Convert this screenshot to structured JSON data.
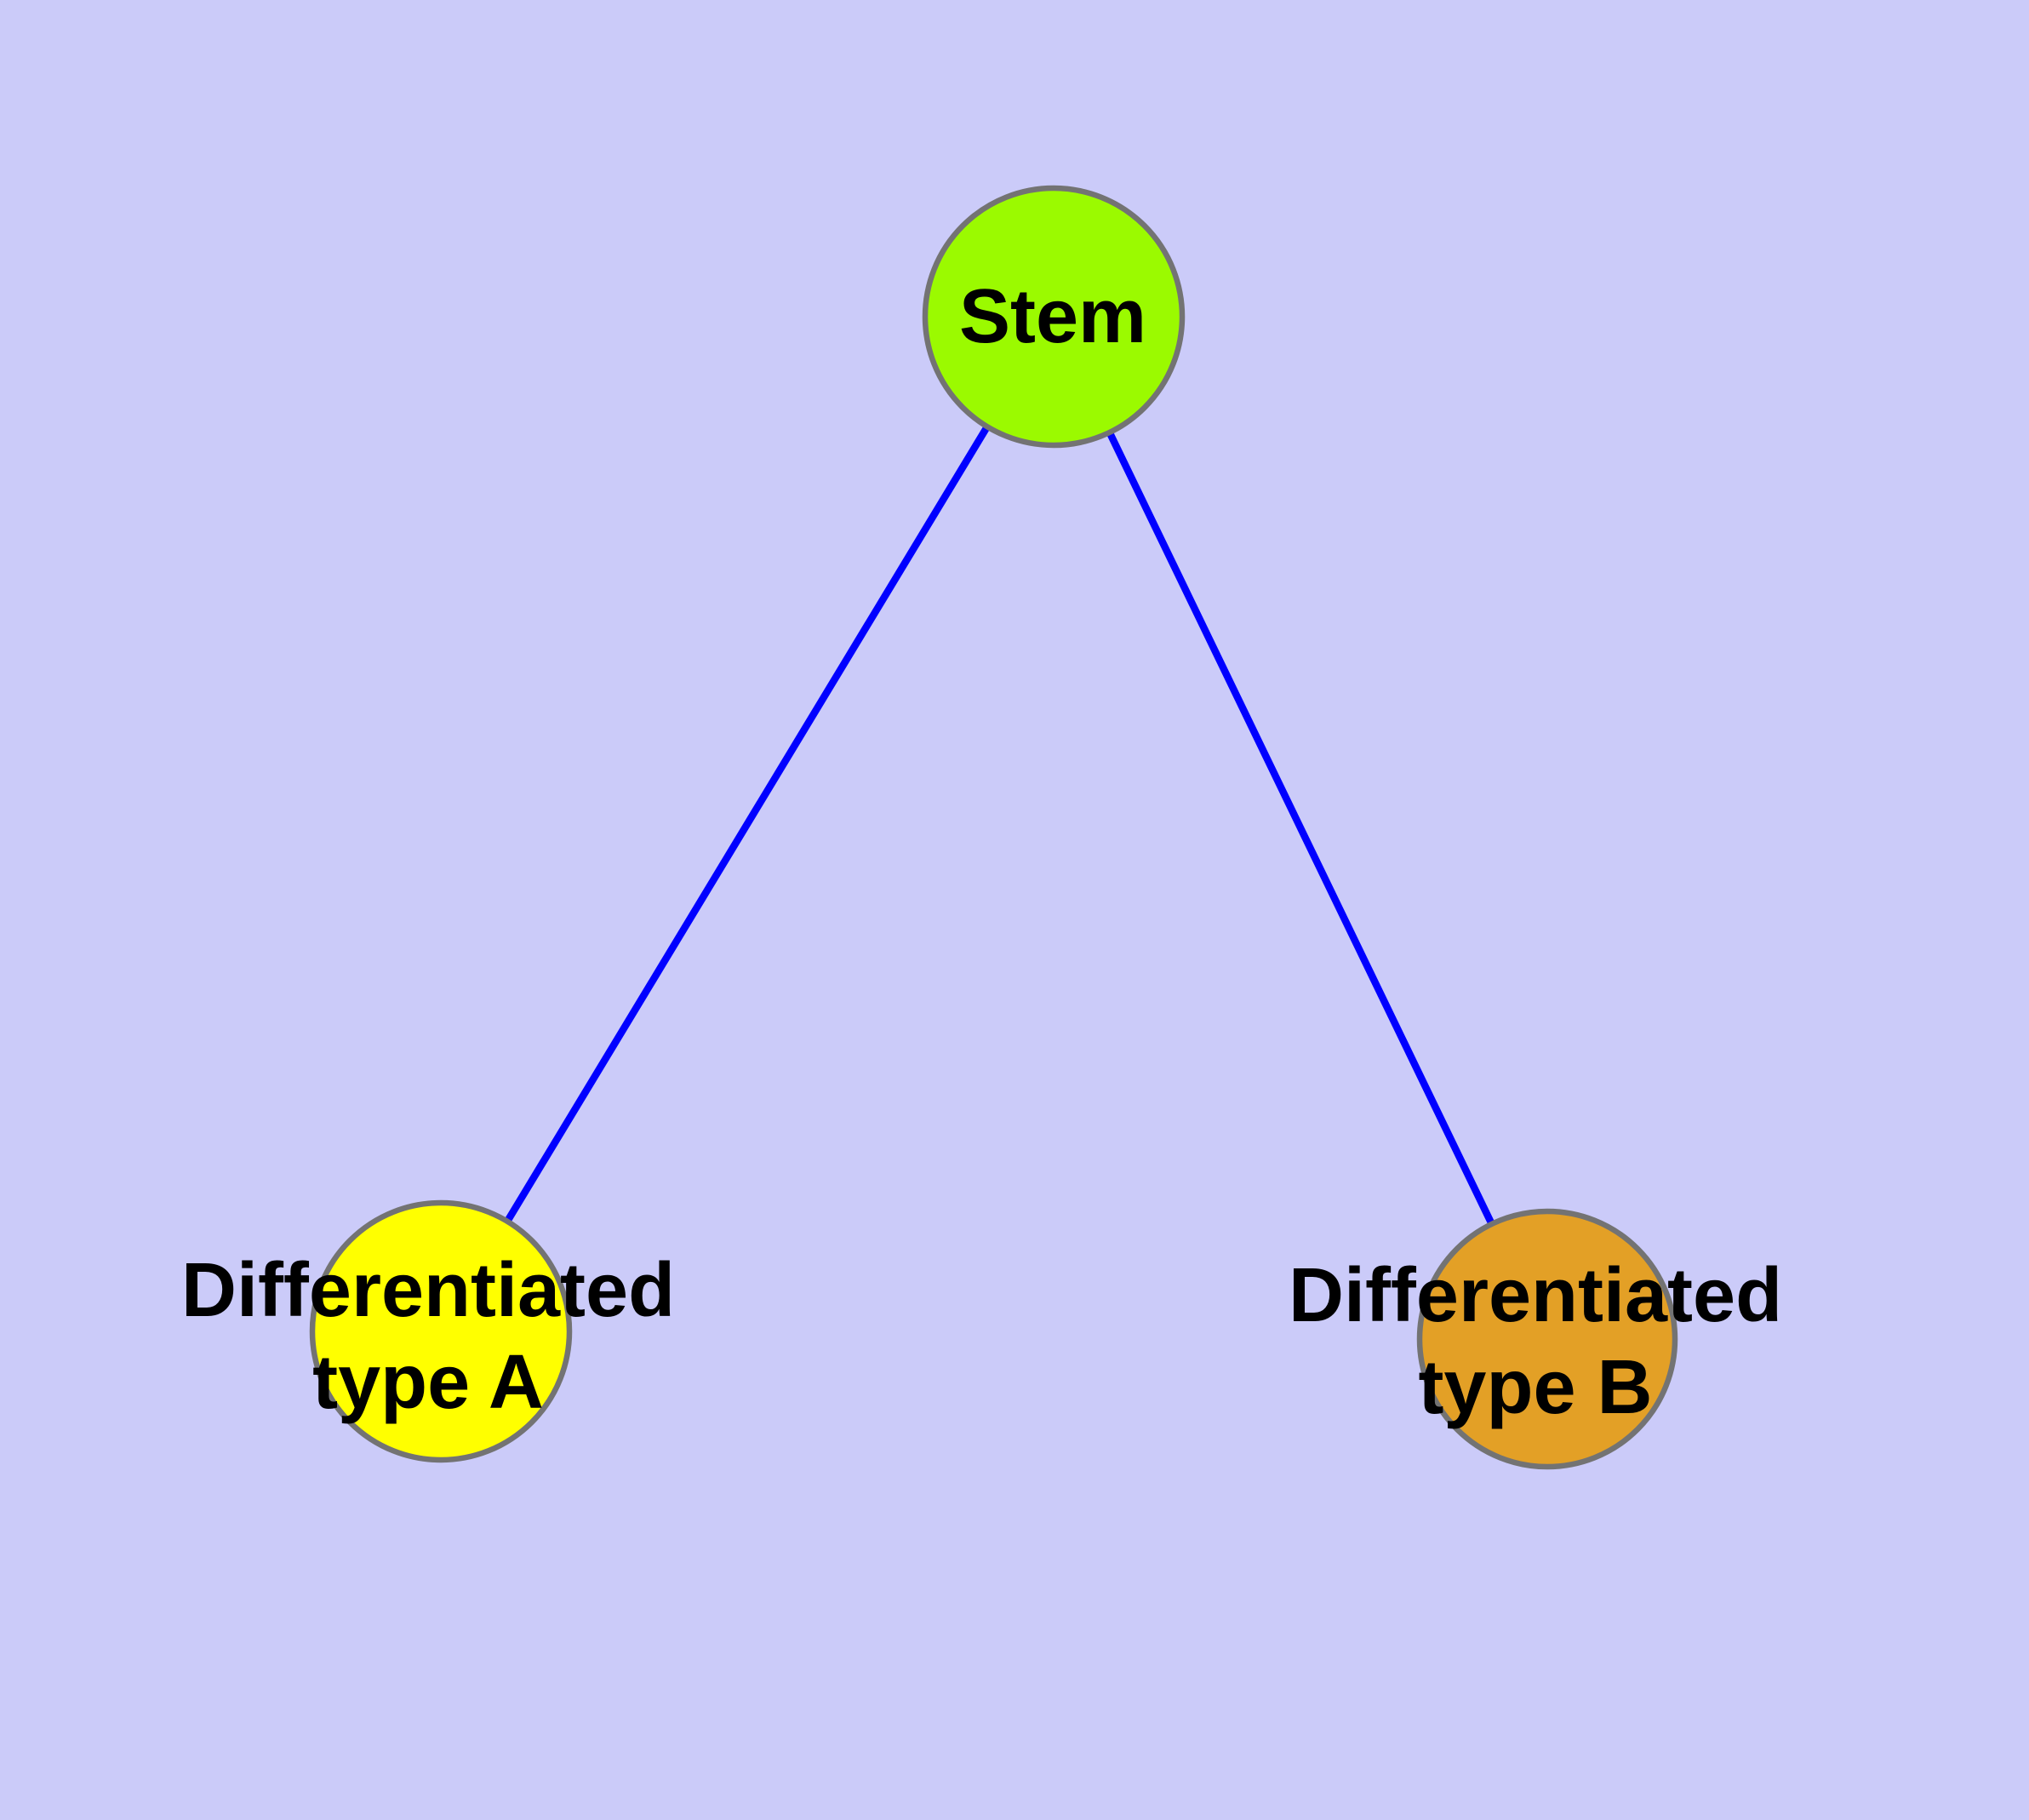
{
  "diagram": {
    "type": "node-link-graph",
    "background_color": "#CBCBF9",
    "edge_color": "#0000FF",
    "node_border_color": "#737373",
    "label_color": "#000000",
    "nodes": [
      {
        "id": "stem",
        "label": "Stem",
        "color": "#9BFA00"
      },
      {
        "id": "type-a",
        "label": "Differentiated\ntype A",
        "color": "#FFFF00"
      },
      {
        "id": "type-b",
        "label": "Differentiated\ntype B",
        "color": "#E3A026"
      }
    ],
    "edges": [
      {
        "from": "Stem",
        "to": "Differentiated type A"
      },
      {
        "from": "Stem",
        "to": "Differentiated type B"
      }
    ]
  }
}
